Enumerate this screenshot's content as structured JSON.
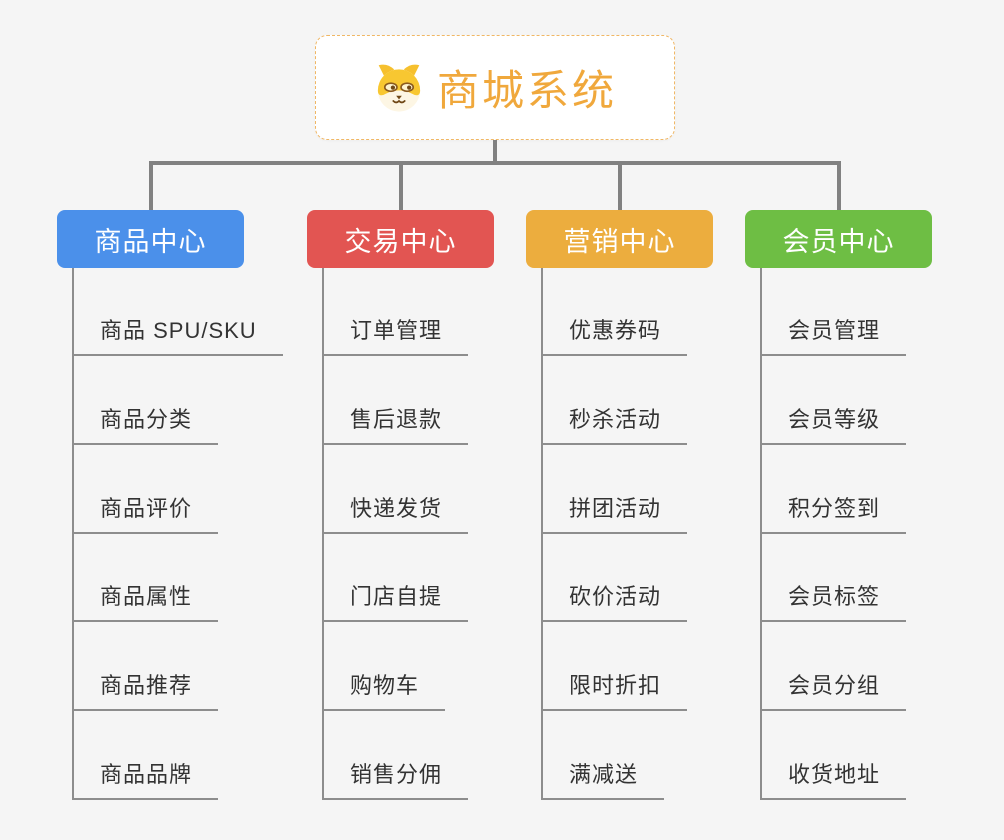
{
  "page": {
    "background": "#f5f5f5"
  },
  "root": {
    "title": "商城系统",
    "icon": "shiba-dog-face-icon",
    "title_color": "#f0a83c",
    "border_color": "#f0b765"
  },
  "connector_color": "#818181",
  "leaf_line_color": "#8d8d8d",
  "branches": [
    {
      "label": "商品中心",
      "color": "#4b90ea",
      "children": [
        "商品 SPU/SKU",
        "商品分类",
        "商品评价",
        "商品属性",
        "商品推荐",
        "商品品牌"
      ]
    },
    {
      "label": "交易中心",
      "color": "#e25552",
      "children": [
        "订单管理",
        "售后退款",
        "快递发货",
        "门店自提",
        "购物车",
        "销售分佣"
      ]
    },
    {
      "label": "营销中心",
      "color": "#ecad3e",
      "children": [
        "优惠券码",
        "秒杀活动",
        "拼团活动",
        "砍价活动",
        "限时折扣",
        "满减送"
      ]
    },
    {
      "label": "会员中心",
      "color": "#6ebe44",
      "children": [
        "会员管理",
        "会员等级",
        "积分签到",
        "会员标签",
        "会员分组",
        "收货地址"
      ]
    }
  ]
}
